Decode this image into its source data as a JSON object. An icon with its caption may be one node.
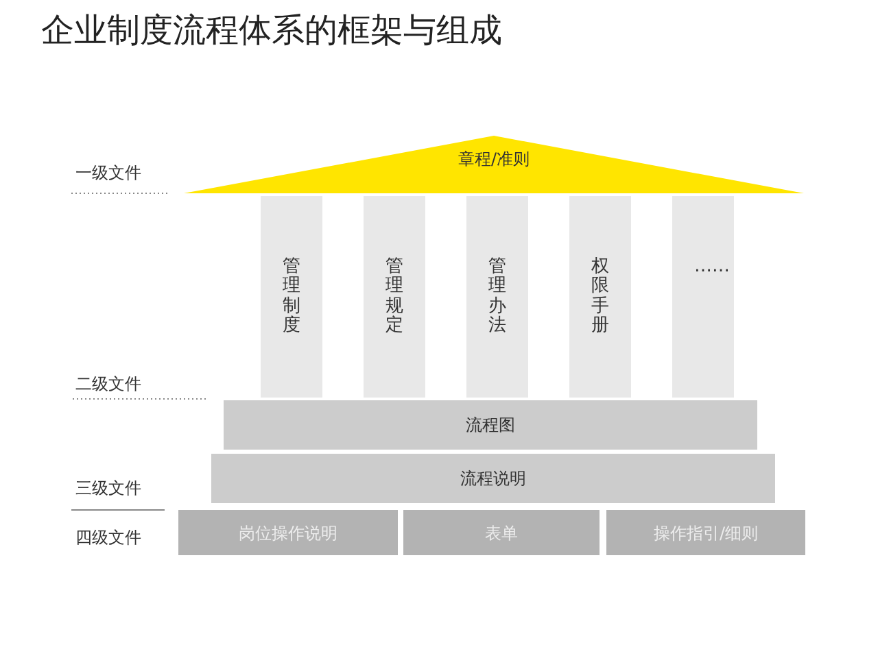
{
  "diagram": {
    "title": "企业制度流程体系的框架与组成",
    "nodes": [
      {
        "text": [
          "章程/准则"
        ]
      },
      {
        "text": [
          "管理制度"
        ]
      },
      {
        "text": [
          "管理规定"
        ]
      },
      {
        "text": [
          "管理办法"
        ]
      },
      {
        "text": [
          "权限手册"
        ]
      },
      {
        "text": [
          "……"
        ]
      },
      {
        "text": [
          "流程图"
        ]
      },
      {
        "text": [
          "流程说明"
        ]
      },
      {
        "text": [
          "岗位操作说明"
        ]
      },
      {
        "text": [
          "表单"
        ]
      },
      {
        "text": [
          "操作指引/细则"
        ]
      }
    ],
    "labels": [
      "一级文件",
      "二级文件",
      "三级文件",
      "四级文件"
    ]
  }
}
